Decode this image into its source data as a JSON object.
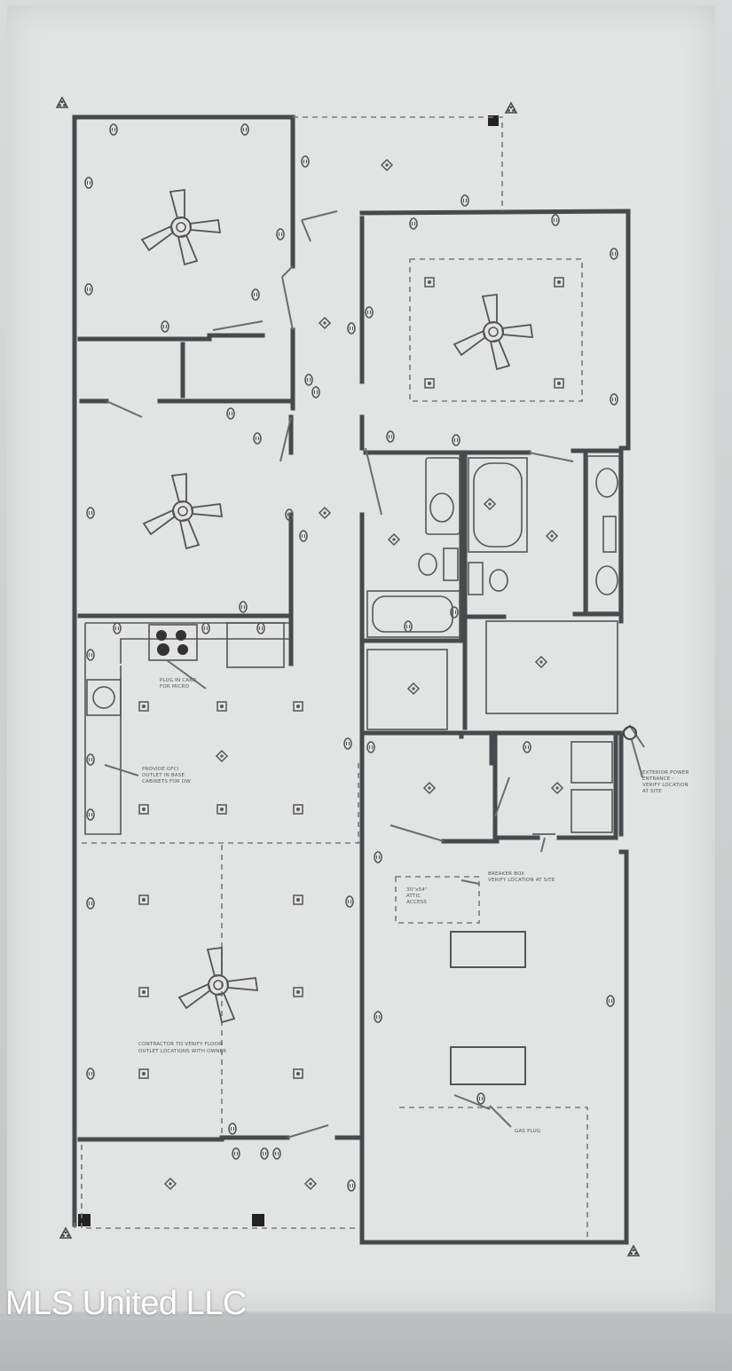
{
  "watermark": "MLS United LLC",
  "plan_notes": {
    "plug_in_cabinet": [
      "PLUG IN CABD",
      "FOR MICRO"
    ],
    "gfci_note": [
      "PROVIDE GFCI",
      "OUTLET IN BASE",
      "CABINETS FOR DW"
    ],
    "floor_outlet_note": [
      "CONTRACTOR TO VERIFY FLOOR",
      "OUTLET LOCATIONS WITH OWNER"
    ],
    "attic_access": [
      "30\"x54\"",
      "ATTIC",
      "ACCESS"
    ],
    "breaker_box": [
      "BREAKER BOX",
      "VERIFY LOCATION AT SITE"
    ],
    "exterior_power": [
      "EXTERIOR POWER",
      "ENTRANCE -",
      "VERIFY LOCATION",
      "AT SITE"
    ],
    "gas_plug": "GAS PLUG"
  },
  "colors": {
    "wall": "#474a4c",
    "paper": "#e2e3e3",
    "background": "#c9cbcc"
  }
}
